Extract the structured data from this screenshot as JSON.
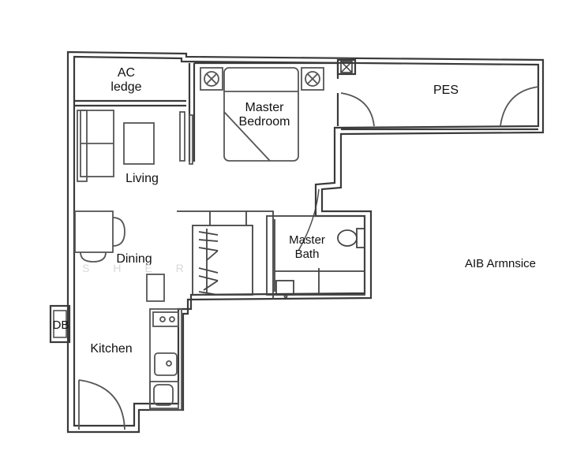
{
  "floor_plan": {
    "type": "residential floor plan",
    "rooms": {
      "ac_ledge": {
        "line1": "AC",
        "line2": "ledge"
      },
      "master_bedroom": {
        "line1": "Master",
        "line2": "Bedroom"
      },
      "pes": {
        "label": "PES"
      },
      "living": {
        "label": "Living"
      },
      "dining": {
        "label": "Dining"
      },
      "master_bath": {
        "line1": "Master",
        "line2": "Bath"
      },
      "db": {
        "label": "DB"
      },
      "kitchen": {
        "label": "Kitchen"
      }
    },
    "side_label": "AIB Armnsice",
    "watermark": "SHER",
    "colors": {
      "wall": "#3a3a3a",
      "fixture": "#555555",
      "background": "#ffffff"
    }
  }
}
